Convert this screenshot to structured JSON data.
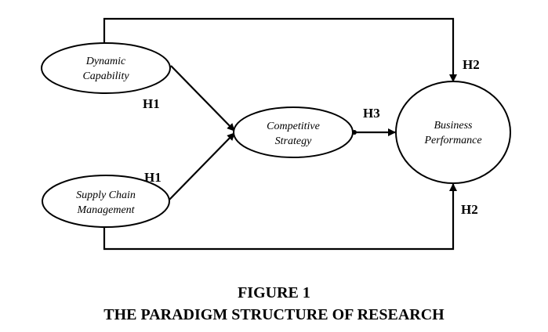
{
  "diagram": {
    "nodes": {
      "dynamic_capability": [
        "Dynamic",
        "Capability"
      ],
      "supply_chain_management": [
        "Supply Chain",
        "Management"
      ],
      "competitive_strategy": [
        "Competitive",
        "Strategy"
      ],
      "business_performance": [
        "Business",
        "Performance"
      ]
    },
    "hypotheses": {
      "dc_to_cs": "H1",
      "scm_to_cs": "H1",
      "cs_to_bp": "H3",
      "dc_to_bp": "H2",
      "scm_to_bp": "H2"
    },
    "colors": {
      "stroke": "#000000",
      "background": "#ffffff"
    }
  },
  "caption": {
    "number": "FIGURE 1",
    "title": "THE PARADIGM STRUCTURE OF RESEARCH"
  }
}
